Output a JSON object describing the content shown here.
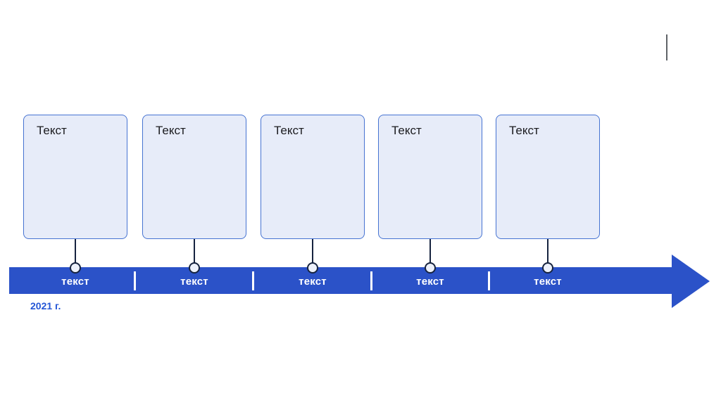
{
  "slide": {
    "cards": [
      {
        "title": "Текст"
      },
      {
        "title": "Текст"
      },
      {
        "title": "Текст"
      },
      {
        "title": "Текст"
      },
      {
        "title": "Текст"
      }
    ],
    "timeline": {
      "segments": [
        {
          "label": "текст"
        },
        {
          "label": "текст"
        },
        {
          "label": "текст"
        },
        {
          "label": "текст"
        },
        {
          "label": "текст"
        }
      ],
      "year_label": "2021 г."
    }
  },
  "colors": {
    "bar_blue": "#2b52c8",
    "box_fill": "#e7ecf9",
    "box_border": "#4673d2",
    "connector": "#16233f",
    "circle_fill": "#edf1fb",
    "label_white": "#ffffff",
    "year_blue": "#2456d6",
    "card_text": "#1b1b1f",
    "cursor_gray": "#5f6368"
  }
}
